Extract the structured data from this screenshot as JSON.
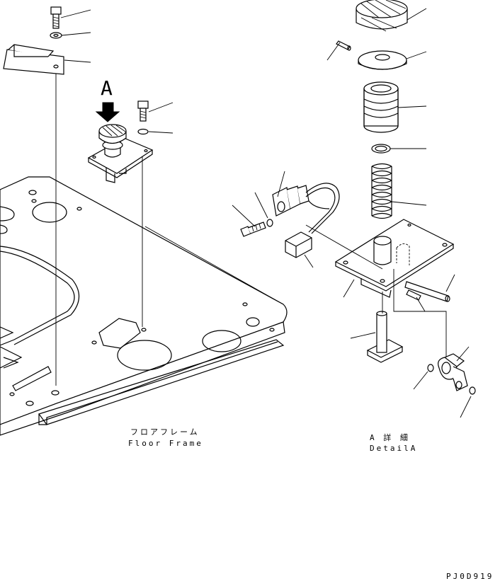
{
  "view_callout": "A",
  "labels": {
    "floor_frame_jp": "フロアフレーム",
    "floor_frame_en": "Floor Frame",
    "detail_jp": "A 詳 細",
    "detail_en": "DetailA",
    "drawing_code": "PJ0D919"
  }
}
